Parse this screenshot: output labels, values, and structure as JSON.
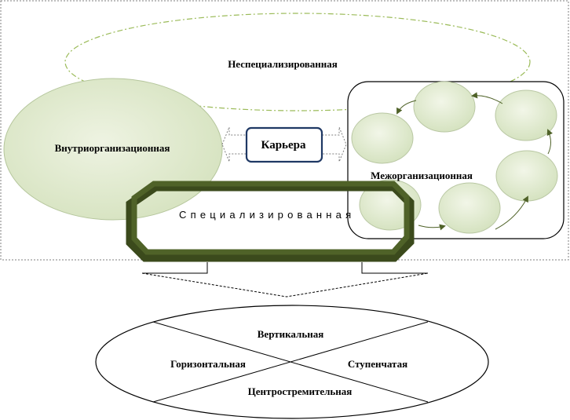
{
  "diagram": {
    "center_label": "Карьера",
    "nonspecialized": "Неспециализированная",
    "intraorganizational": "Внутриорганизационная",
    "interorganizational": "Межорганизационная",
    "specialized": "Специализированная",
    "directions": {
      "vertical": "Вертикальная",
      "horizontal": "Горизонтальная",
      "stepped": "Ступенчатая",
      "centripetal": "Центростремительная"
    }
  },
  "colors": {
    "bubble_fill": "#e2ecd0",
    "bubble_stroke": "#a8b890",
    "dashed_green": "#9bbb59",
    "specialized_frame": "#4f6228",
    "specialized_frame_dark": "#3b4a1c",
    "center_box_border": "#1f3864",
    "arrow": "#4f6228"
  }
}
